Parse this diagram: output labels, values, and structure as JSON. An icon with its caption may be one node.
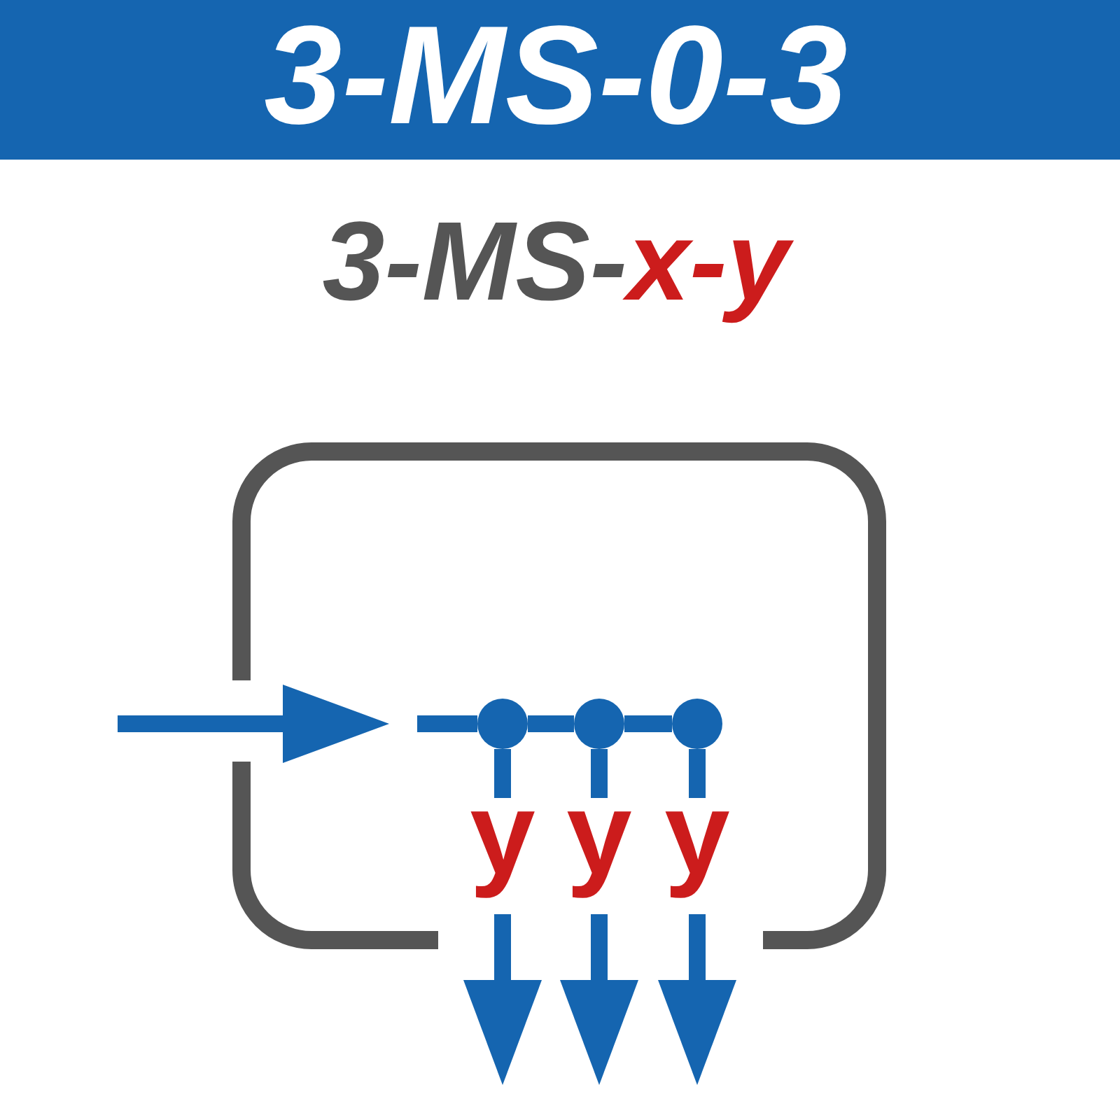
{
  "diagram": {
    "title": "3-MS-0-3",
    "nodes": [
      {
        "text": [],
        "shape": "box"
      },
      {
        "text": [],
        "shape": "circle",
        "in": 0
      },
      {
        "text": [],
        "shape": "circle",
        "in": 0
      },
      {
        "text": [],
        "shape": "circle",
        "in": 0
      },
      {
        "text": [
          "y"
        ],
        "in": 0
      },
      {
        "text": [
          "y"
        ],
        "in": 0
      },
      {
        "text": [
          "y"
        ],
        "in": 0
      }
    ],
    "edges": [
      {
        "from": null,
        "to": 1,
        "arrow": "none"
      },
      {
        "from": 1,
        "to": 2,
        "arrow": "none"
      },
      {
        "from": 2,
        "to": 3,
        "arrow": "none"
      },
      {
        "from": 1,
        "to": 4,
        "arrow": "none"
      },
      {
        "from": 2,
        "to": 5,
        "arrow": "none"
      },
      {
        "from": 3,
        "to": 6,
        "arrow": "none"
      },
      {
        "from": 4,
        "to": null,
        "arrow": "to"
      },
      {
        "from": 5,
        "to": null,
        "arrow": "to"
      },
      {
        "from": 6,
        "to": null,
        "arrow": "to"
      }
    ],
    "labels": [
      "3-MS-",
      "x-y"
    ]
  }
}
